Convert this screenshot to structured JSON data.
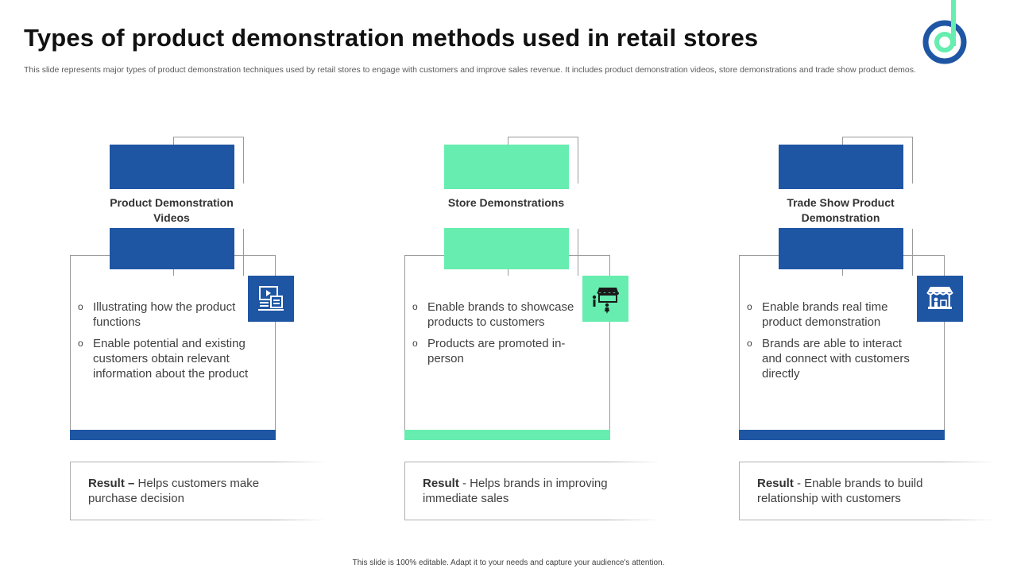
{
  "title": "Types of product demonstration methods used in retail stores",
  "subtitle": "This slide represents major types of product demonstration techniques used by retail stores to engage with customers and improve sales revenue. It includes product demonstration videos, store demonstrations and trade show product demos.",
  "colors": {
    "blue": "#1F56A4",
    "green": "#66EDAF",
    "text": "#404040"
  },
  "columns": [
    {
      "heading": "Product Demonstration Videos",
      "accent": "#1F56A4",
      "icon": "video-presentation-icon",
      "bullets": [
        "Illustrating  how the product functions",
        "Enable potential and existing customers obtain relevant information about the product"
      ],
      "result_label": "Result –",
      "result_text": " Helps customers make purchase decision"
    },
    {
      "heading": "Store Demonstrations",
      "accent": "#66EDAF",
      "icon": "storefront-people-icon",
      "bullets": [
        "Enable brands to showcase products to customers",
        "Products are promoted in-person"
      ],
      "result_label": "Result",
      "result_text": " - Helps brands in improving immediate sales"
    },
    {
      "heading": "Trade Show Product Demonstration",
      "accent": "#1F56A4",
      "icon": "market-stall-icon",
      "bullets": [
        "Enable brands real time product demonstration",
        "Brands are able to interact and connect with customers directly"
      ],
      "result_label": "Result",
      "result_text": " - Enable brands to build relationship with customers"
    }
  ],
  "footer": "This slide is 100% editable. Adapt it to your needs and capture your audience's attention."
}
